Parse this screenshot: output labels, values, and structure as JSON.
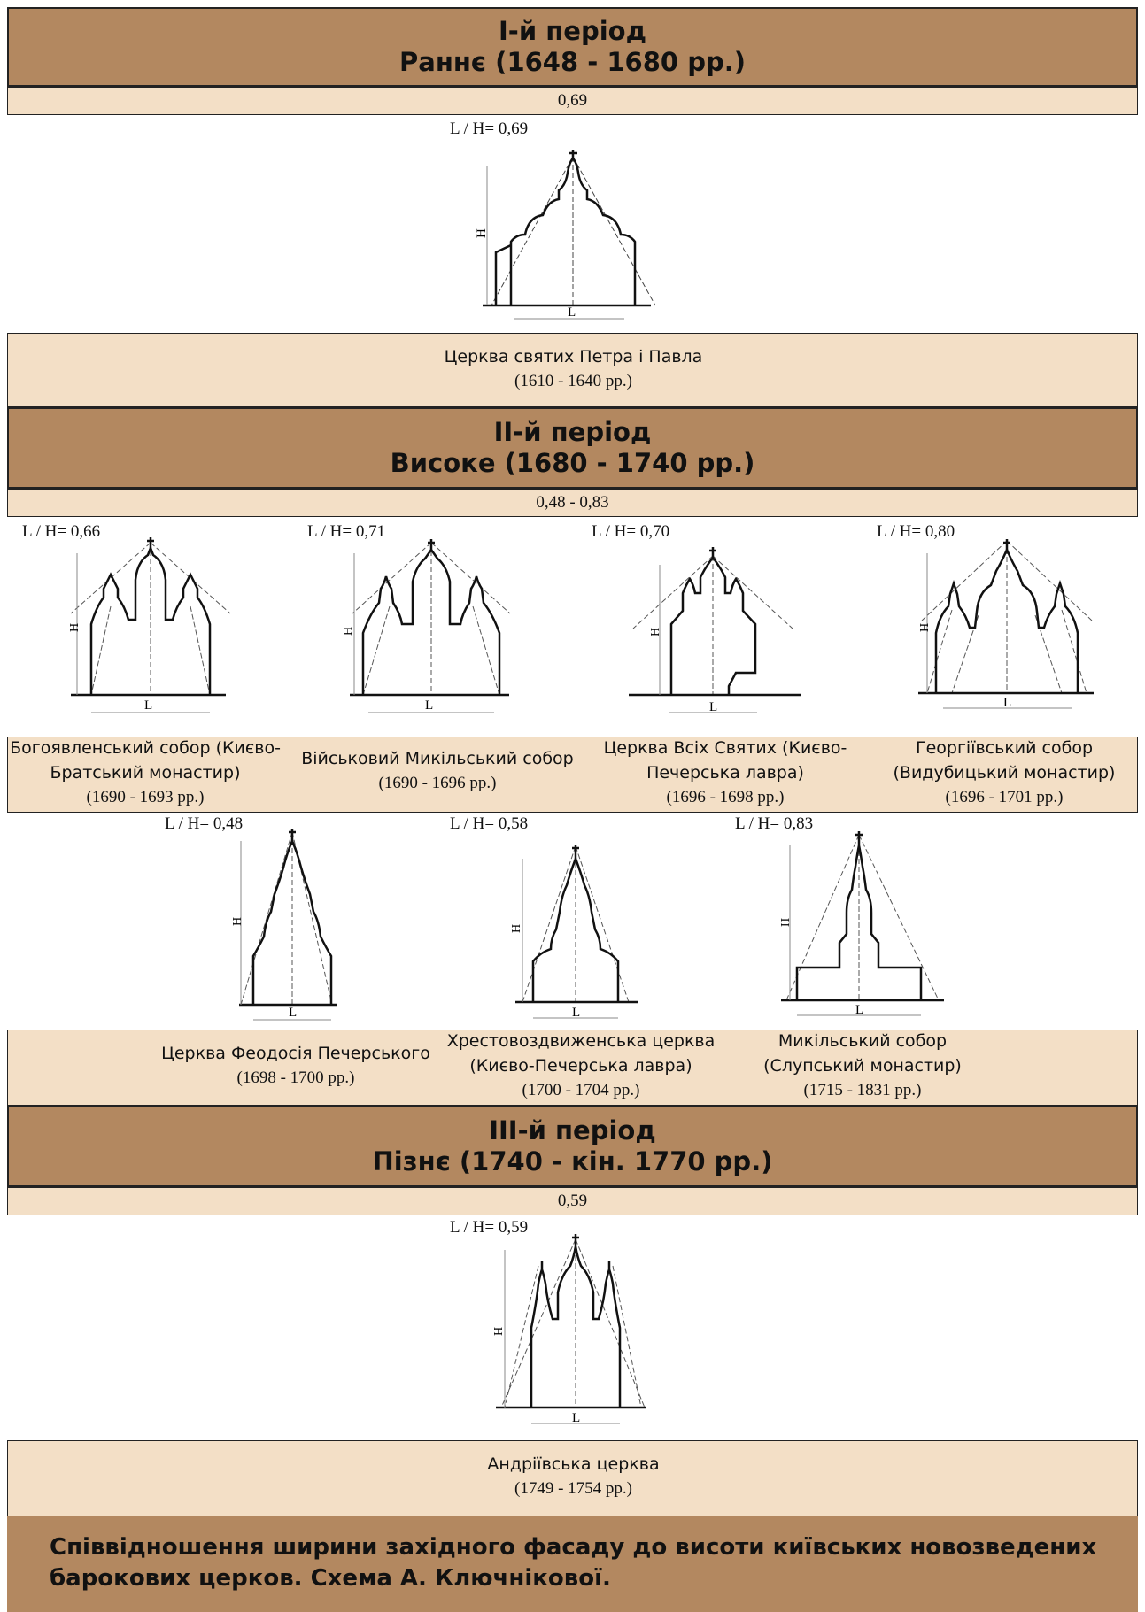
{
  "periods": [
    {
      "line1": "I-й період",
      "line2": "Раннє (1648 - 1680 рр.)",
      "ratio_range": "0,69"
    },
    {
      "line1": "II-й період",
      "line2": "Високе (1680 - 1740 рр.)",
      "ratio_range": "0,48 - 0,83"
    },
    {
      "line1": "III-й період",
      "line2": "Пізнє (1740 - кін. 1770 рр.)",
      "ratio_range": "0,59"
    }
  ],
  "churches": [
    {
      "ratio": "L / H= 0,69",
      "name": "Церква святих Петра і Павла",
      "dates": "(1610 - 1640 рр.)"
    },
    {
      "ratio": "L / H= 0,66",
      "name": "Богоявленський собор (Києво-Братський монастир)",
      "dates": "(1690 - 1693 рр.)"
    },
    {
      "ratio": "L / H= 0,71",
      "name": "Військовий Микільський собор",
      "dates": "(1690 - 1696 рр.)"
    },
    {
      "ratio": "L / H= 0,70",
      "name": "Церква Всіх Святих (Києво-Печерська лавра)",
      "dates": "(1696 - 1698 рр.)"
    },
    {
      "ratio": "L / H= 0,80",
      "name": "Георгіївський собор (Видубицький монастир)",
      "dates": "(1696 - 1701 рр.)"
    },
    {
      "ratio": "L / H= 0,48",
      "name": "Церква Феодосія Печерського",
      "dates": "(1698 - 1700 рр.)"
    },
    {
      "ratio": "L / H= 0,58",
      "name": "Хрестовоздвиженська церква (Києво-Печерська лавра)",
      "dates": "(1700 - 1704 рр.)"
    },
    {
      "ratio": "L / H= 0,83",
      "name": "Микільський собор (Слупський монастир)",
      "dates": "(1715 - 1831 рр.)"
    },
    {
      "ratio": "L / H= 0,59",
      "name": "Андріївська церква",
      "dates": "(1749 - 1754 рр.)"
    }
  ],
  "axis": {
    "h": "H",
    "l": "L"
  },
  "footer": {
    "line1": "Співвідношення ширини західного фасаду до висоти київських новозведених",
    "line2": "барокових церков. Схема А. Ключнікової."
  }
}
